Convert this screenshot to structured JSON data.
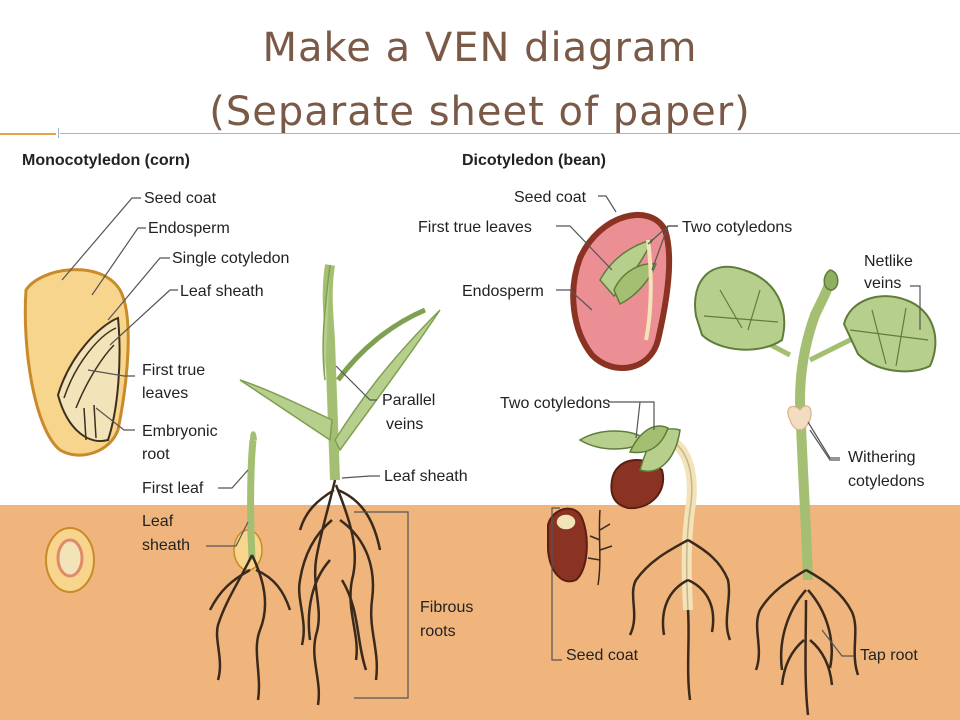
{
  "title": {
    "line1": "Make a VEN diagram",
    "line2": "(Separate sheet of paper)"
  },
  "colors": {
    "title": "#7a5a47",
    "soil": "#f0b57d",
    "accent_rule": "#e8a04a",
    "divider_rule": "#9db8cf",
    "stem_green": "#a4bf72",
    "leaf_green": "#b7cf8d",
    "bean_seed_coat": "#8a3322",
    "bean_interior": "#ec8f95",
    "corn_endosperm": "#f7d58c",
    "root": "#3a2a1c"
  },
  "monocot": {
    "heading": "Monocotyledon (corn)",
    "labels": {
      "seed_coat": "Seed coat",
      "endosperm": "Endosperm",
      "single_cotyledon": "Single cotyledon",
      "leaf_sheath": "Leaf sheath",
      "first_true_leaves_1": "First true",
      "first_true_leaves_2": "leaves",
      "embryonic_root_1": "Embryonic",
      "embryonic_root_2": "root",
      "first_leaf": "First leaf",
      "leaf_sheath_2a": "Leaf",
      "leaf_sheath_2b": "sheath",
      "parallel_veins_1": "Parallel",
      "parallel_veins_2": "veins",
      "leaf_sheath_3": "Leaf sheath",
      "fibrous_roots_1": "Fibrous",
      "fibrous_roots_2": "roots"
    }
  },
  "dicot": {
    "heading": "Dicotyledon (bean)",
    "labels": {
      "seed_coat": "Seed coat",
      "first_true_leaves": "First true leaves",
      "two_cotyledons": "Two cotyledons",
      "endosperm": "Endosperm",
      "two_cotyledons_2": "Two cotyledons",
      "netlike_veins_1": "Netlike",
      "netlike_veins_2": "veins",
      "withering_1": "Withering",
      "withering_2": "cotyledons",
      "seed_coat_2": "Seed coat",
      "tap_root": "Tap root"
    }
  }
}
